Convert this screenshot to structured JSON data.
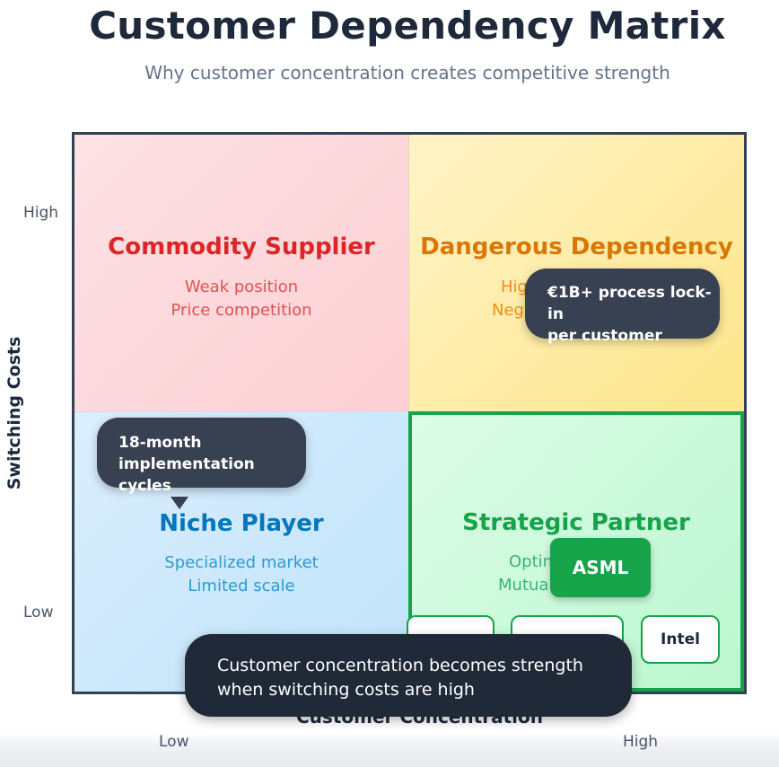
{
  "title": "Customer Dependency Matrix",
  "subtitle": "Why customer concentration creates competitive strength",
  "axes": {
    "y_title": "Switching Costs",
    "y_high": "High",
    "y_low": "Low",
    "x_title": "Customer Concentration",
    "x_low": "Low",
    "x_high": "High"
  },
  "quadrants": {
    "top_left": {
      "title": "Commodity Supplier",
      "line1": "Weak position",
      "line2": "Price competition"
    },
    "top_right": {
      "title": "Dangerous Dependency",
      "line1": "High",
      "line2": "Nego"
    },
    "bottom_left": {
      "title": "Niche Player",
      "line1": "Specialized market",
      "line2": "Limited scale"
    },
    "bottom_right": {
      "title": "Strategic Partner",
      "line1": "Optim",
      "line2": "Mutual"
    }
  },
  "chips": {
    "asml": "ASML",
    "intel": "Intel"
  },
  "tooltips": {
    "lock_in": {
      "line1": "€1B+ process lock-in",
      "line2": "per customer"
    },
    "implementation": {
      "line1": "18-month",
      "line2": "implementation cycles"
    }
  },
  "callout": {
    "line1": "Customer concentration becomes strength",
    "line2": "when switching costs are high"
  },
  "colors": {
    "commodity": "#dc2626",
    "dangerous": "#d97706",
    "niche": "#0277bd",
    "strategic": "#16a34a"
  }
}
